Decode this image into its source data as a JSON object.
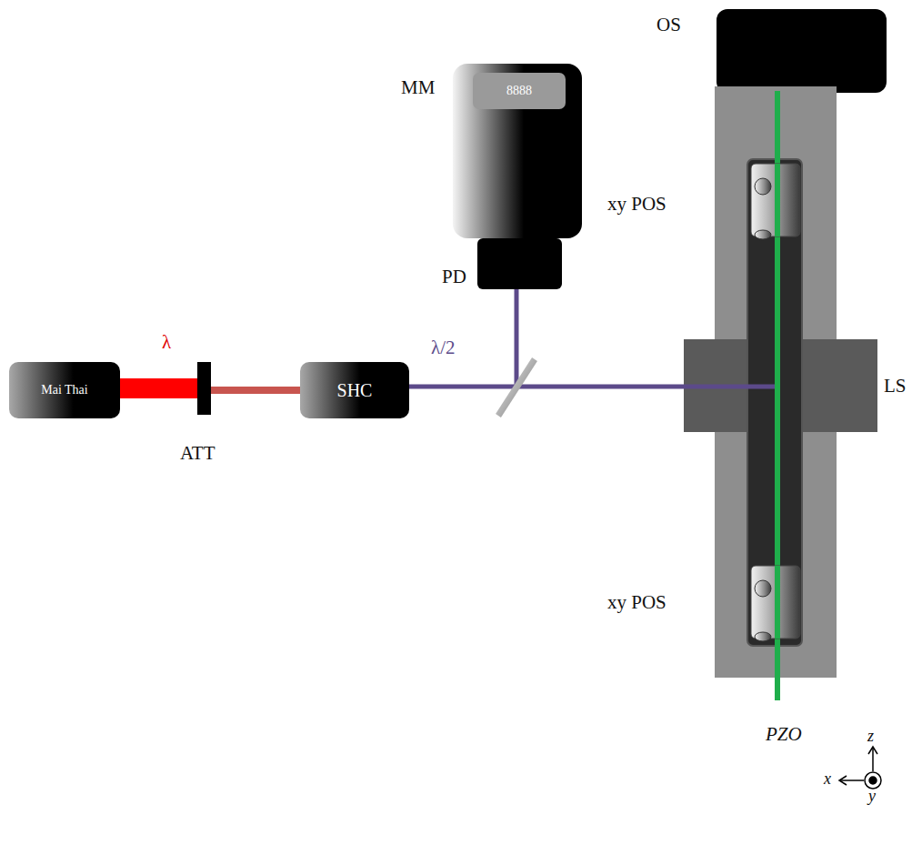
{
  "diagram": {
    "nodes": [
      {
        "text": [
          "Mai Thai"
        ]
      },
      {
        "text": [
          "SHC"
        ]
      },
      {
        "text": [
          "8888"
        ]
      }
    ],
    "edges": [
      {
        "from": 0,
        "to": 1,
        "arrow": "none"
      }
    ],
    "labels": [
      "λ",
      "ATT",
      "λ/2",
      "MM",
      "PD",
      "OS",
      "xy POS",
      "xy POS",
      "LS",
      "PZO",
      "z",
      "x",
      "y"
    ]
  }
}
